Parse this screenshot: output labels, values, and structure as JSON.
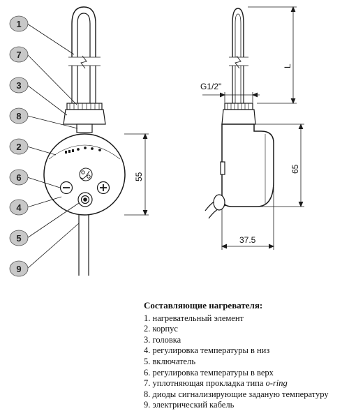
{
  "callouts": [
    {
      "num": "1"
    },
    {
      "num": "7"
    },
    {
      "num": "3"
    },
    {
      "num": "8"
    },
    {
      "num": "2"
    },
    {
      "num": "6"
    },
    {
      "num": "4"
    },
    {
      "num": "5"
    },
    {
      "num": "9"
    }
  ],
  "dimensions": {
    "front_height": "55",
    "side_length": "L",
    "side_thread": "G1/2\"",
    "side_height": "65",
    "side_depth": "37.5"
  },
  "legend": {
    "title": "Составляющие нагревателя:",
    "items": [
      {
        "text": "1. нагревательный элемент"
      },
      {
        "text": "2. корпус"
      },
      {
        "text": "3. головка"
      },
      {
        "text": "4. регулировка температуры в низ"
      },
      {
        "text": "5. включатель"
      },
      {
        "text": "6. регулировка температуры в верх"
      },
      {
        "text": "7. уплотняющая прокладка типа ",
        "italic": "o-ring"
      },
      {
        "text": "8. диоды сигнализирующие заданую температуру"
      },
      {
        "text": "9. электрический кабель"
      }
    ]
  }
}
